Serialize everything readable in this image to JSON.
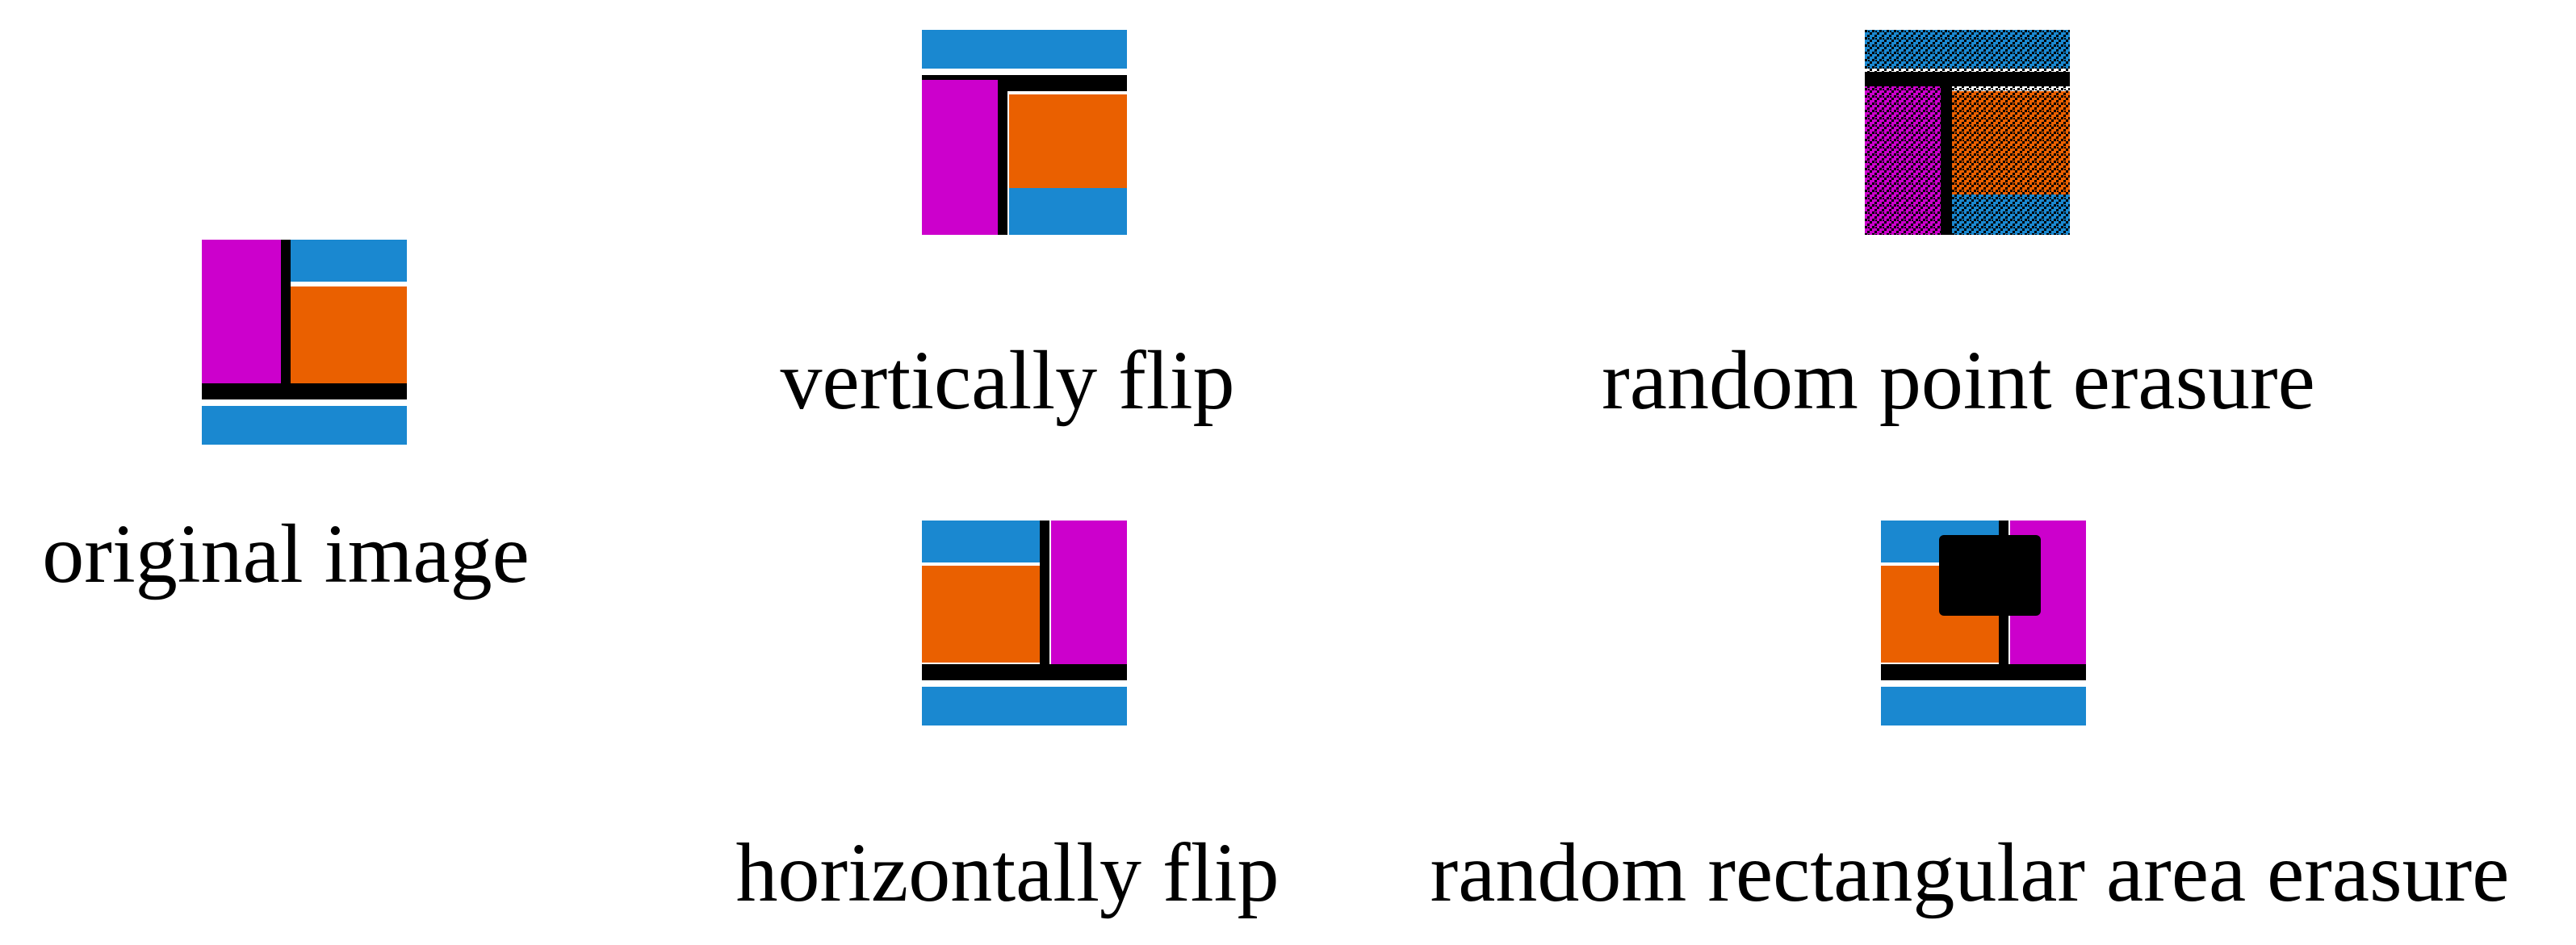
{
  "colors": {
    "magenta": "#cc00cc",
    "orange": "#ea6000",
    "blue": "#1a88d0",
    "black": "#000000",
    "background": "#ffffff"
  },
  "panels": {
    "original": {
      "caption": "original  image"
    },
    "vertical_flip": {
      "caption": "vertically flip"
    },
    "horizontal_flip": {
      "caption": "horizontally flip"
    },
    "point_erasure": {
      "caption": "random point erasure"
    },
    "rect_erasure": {
      "caption": "random rectangular area erasure"
    }
  }
}
